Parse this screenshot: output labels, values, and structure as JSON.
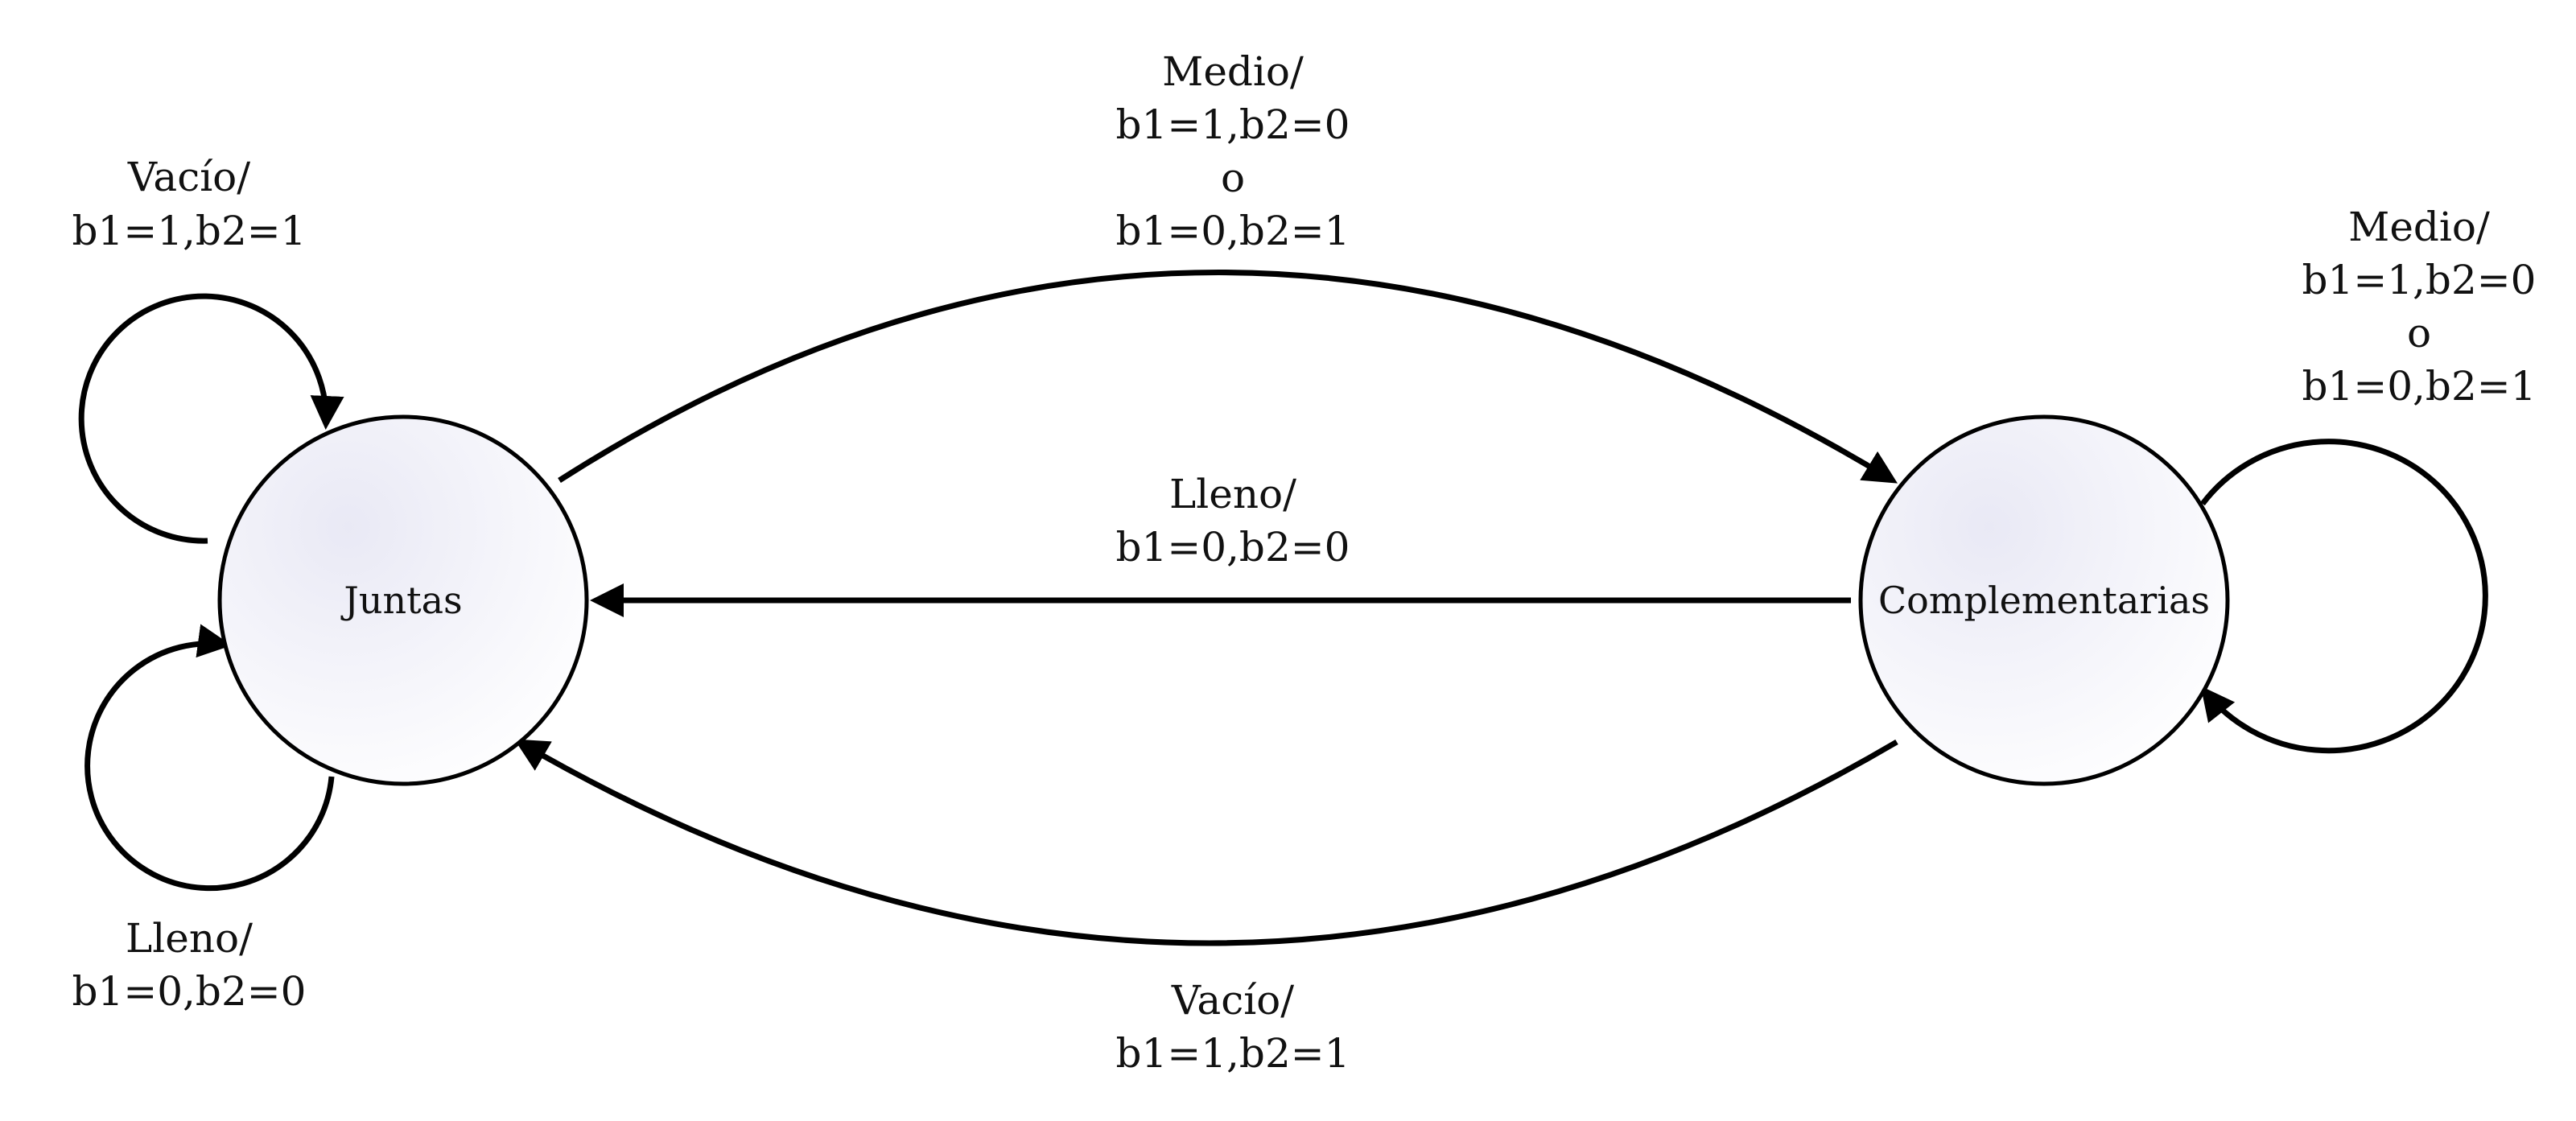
{
  "states": {
    "juntas": {
      "label": "Juntas"
    },
    "complementarias": {
      "label": "Complementarias"
    }
  },
  "transitions": {
    "juntas_self_top": {
      "line1": "Vacío/",
      "line2": "b1=1,b2=1"
    },
    "juntas_self_bottom": {
      "line1": "Lleno/",
      "line2": "b1=0,b2=0"
    },
    "juntas_to_complementarias": {
      "line1": "Medio/",
      "line2": "b1=1,b2=0",
      "line3": "o",
      "line4": "b1=0,b2=1"
    },
    "complementarias_to_juntas_straight": {
      "line1": "Lleno/",
      "line2": "b1=0,b2=0"
    },
    "complementarias_to_juntas_curve": {
      "line1": "Vacío/",
      "line2": "b1=1,b2=1"
    },
    "complementarias_self": {
      "line1": "Medio/",
      "line2": "b1=1,b2=0",
      "line3": "o",
      "line4": "b1=0,b2=1"
    }
  }
}
